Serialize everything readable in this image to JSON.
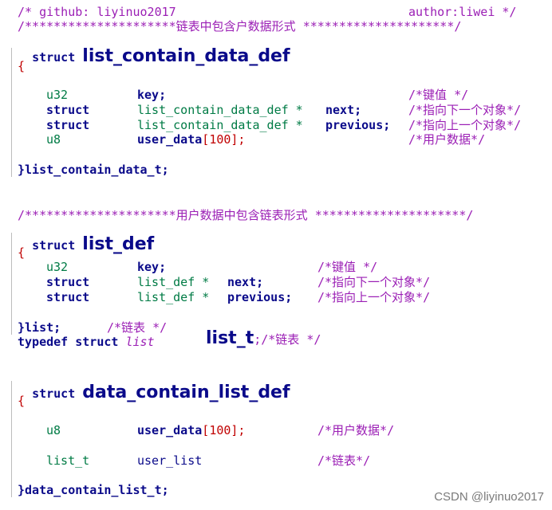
{
  "header": {
    "comment_left": "/* github: liyinuo2017",
    "comment_right": "author:liwei */",
    "banner1": "/*********************链表中包含户数据形式 *********************/"
  },
  "struct1": {
    "keyword": "struct",
    "name": "list_contain_data_def",
    "open": "{",
    "fields": [
      {
        "type": "u32",
        "name": "key;",
        "mid": "",
        "mid2": "",
        "comment": "/*键值 */"
      },
      {
        "type": "struct",
        "name": "list_contain_data_def *",
        "mid": "next;",
        "mid2": "",
        "comment": "/*指向下一个对象*/"
      },
      {
        "type": "struct",
        "name": "list_contain_data_def *",
        "mid": "previous;",
        "mid2": "",
        "comment": "/*指向上一个对象*/"
      },
      {
        "type": "u8",
        "name": "user_data",
        "bracket": "[",
        "num": "100",
        "bracket_end": "];",
        "comment": "/*用户数据*/"
      }
    ],
    "close": "}list_contain_data_t;"
  },
  "banner2": "/*********************用户数据中包含链表形式 *********************/",
  "struct2": {
    "keyword": "struct",
    "name": "list_def",
    "open": "{",
    "fields": [
      {
        "type": "u32",
        "name": "key;",
        "mid": "",
        "comment": "/*键值 */"
      },
      {
        "type": "struct",
        "name": "list_def *",
        "mid": "next;",
        "comment": "/*指向下一个对象*/"
      },
      {
        "type": "struct",
        "name": "list_def *",
        "mid": "previous;",
        "comment": "/*指向上一个对象*/"
      }
    ],
    "close": "}list;",
    "close_comment": "/*链表 */",
    "typedef": {
      "kw": "typedef struct",
      "it": "list",
      "big": "list_t",
      "rest": ";/*链表 */"
    }
  },
  "struct3": {
    "keyword": "struct",
    "name": "data_contain_list_def",
    "open": "{",
    "fields": [
      {
        "type": "u8",
        "name": "user_data",
        "bracket": "[",
        "num": "100",
        "bracket_end": "];",
        "comment": "/*用户数据*/"
      },
      {
        "type": "list_t",
        "name": "user_list",
        "comment": "/*链表*/"
      }
    ],
    "close": "}data_contain_list_t;"
  },
  "watermark": "CSDN @liyinuo2017"
}
